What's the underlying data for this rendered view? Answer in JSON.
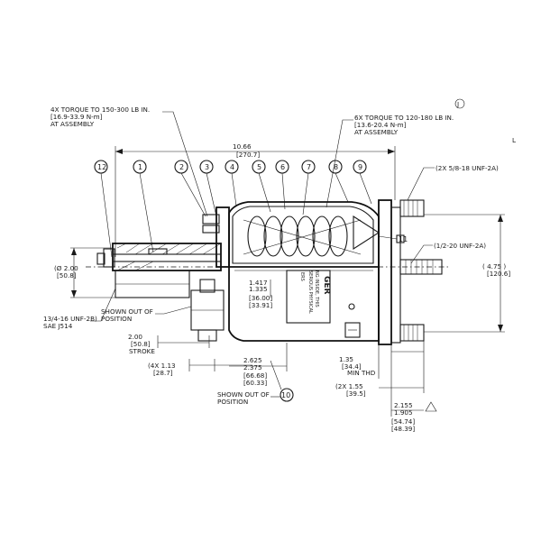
{
  "notes": {
    "torque_4x": [
      "4X TORQUE TO 150-300 LB IN.",
      "[16.9-33.9 N-m]",
      "AT ASSEMBLY"
    ],
    "torque_6x": [
      "6X TORQUE TO 120-180 LB IN.",
      "[13.6-20.4 N-m]",
      "AT ASSEMBLY"
    ],
    "thread_12x": "(2X 5/8-18 UNF-2A)",
    "thread_rod": "(1/2-20 UNF-2A)",
    "port": [
      "13/4-16 UNF-2B)",
      "SAE J514"
    ],
    "shown_out_1": [
      "SHOWN OUT OF",
      "POSITION"
    ],
    "shown_out_2": [
      "SHOWN OUT OF",
      "POSITION"
    ],
    "min_thd": "MIN THD",
    "stroke": "STROKE",
    "corner_mark": "L",
    "revision_mark": "J"
  },
  "dimensions": {
    "overall": [
      "10.66",
      "[270.7]"
    ],
    "dia_left": [
      "(Ø 2.00",
      "[50.8]"
    ],
    "height_right": [
      "( 4.75 )",
      "[120.6]"
    ],
    "stroke": [
      "2.00",
      "[50.8]"
    ],
    "inner": [
      "1.417",
      "1.335",
      "[36.00]",
      "[33.91]"
    ],
    "x4": [
      "(4X 1.13",
      "[28.7]"
    ],
    "spring": [
      "2.625",
      "2.375",
      "[66.68]",
      "[60.33]"
    ],
    "thd": [
      "1.35",
      "[34.4]"
    ],
    "x2": [
      "(2X 1.55",
      "[39.5]"
    ],
    "end": [
      "2.155",
      "1.905",
      "[54.74]",
      "[48.39]"
    ]
  },
  "label_plate": [
    "GER",
    "NG INSIDE, THIS",
    "SERIOUS PHYSICAL",
    "ERS"
  ],
  "balloons": [
    "12",
    "1",
    "2",
    "3",
    "4",
    "5",
    "6",
    "7",
    "8",
    "9",
    "10",
    "11"
  ]
}
